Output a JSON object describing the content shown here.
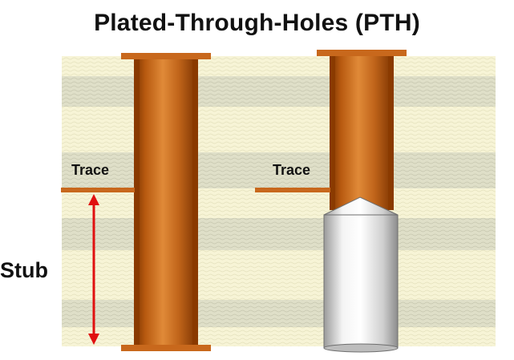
{
  "title": "Plated-Through-Holes (PTH)",
  "left_via": {
    "trace_label": "Trace",
    "stub_label": "Stub"
  },
  "right_via": {
    "trace_label": "Trace"
  },
  "colors": {
    "copper_dark": "#8f3d00",
    "copper_mid": "#c46110",
    "copper_light": "#e8892e",
    "copper_trace": "#c8681c",
    "prepreg": "#f6f3d4",
    "core": "#dcdcc4",
    "arrow": "#e01010",
    "drill": "#e6e6e6"
  }
}
